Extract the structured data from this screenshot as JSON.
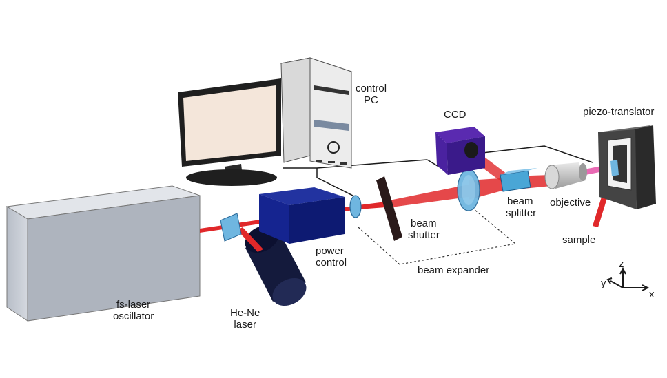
{
  "labels": {
    "control_pc": [
      "control",
      "PC"
    ],
    "ccd": "CCD",
    "piezo_translator": "piezo-translator",
    "beam_splitter": [
      "beam",
      "splitter"
    ],
    "objective": "objective",
    "sample": "sample",
    "beam_shutter": [
      "beam",
      "shutter"
    ],
    "power_control": [
      "power",
      "control"
    ],
    "beam_expander": "beam expander",
    "he_ne_laser": [
      "He-Ne",
      "laser"
    ],
    "fs_laser_oscillator": [
      "fs-laser",
      "oscillator"
    ]
  },
  "axes": {
    "z": "z",
    "y": "y",
    "x": "x"
  },
  "colors": {
    "beam": "#e0282a",
    "computer_case": "#e6e6e6",
    "monitor_frame": "#1f1f1f",
    "monitor_screen": "#f4e6da",
    "oscillator_box": "#c9ced6",
    "power_control_box": "#0d1a72",
    "he_ne_tube": "#141a3c",
    "ccd_box": "#3a1a8a",
    "optic_blue": "#6fb6e0",
    "shutter": "#2a1a1a",
    "objective": "#cfcfcf",
    "piezo": "#3a3a3a"
  }
}
